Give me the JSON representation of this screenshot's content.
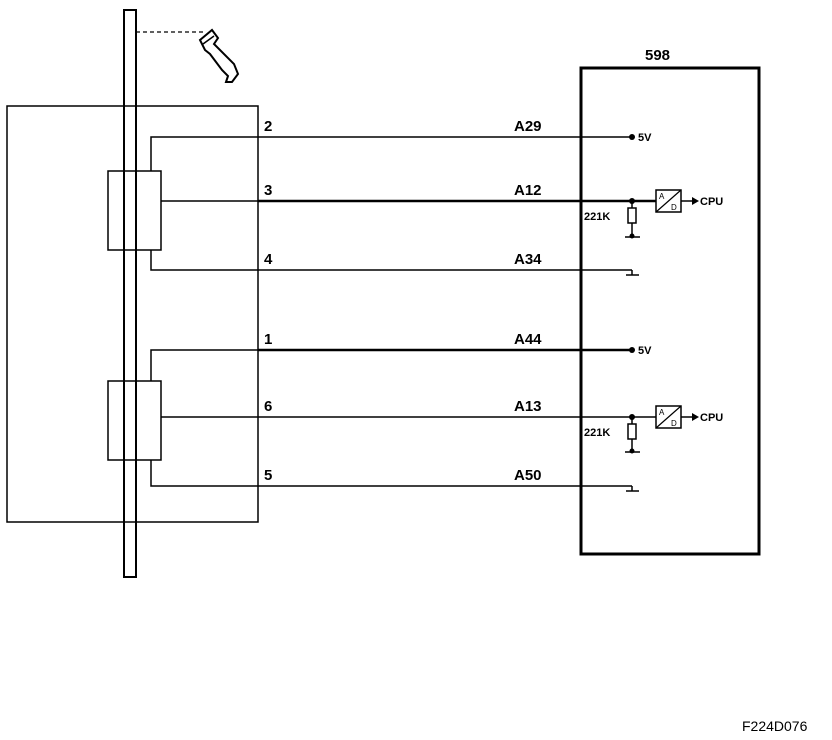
{
  "ecu": {
    "label": "598"
  },
  "figure_code": "F224D076",
  "sensor_channels": [
    {
      "name": "upper",
      "wires": [
        {
          "pin": "2",
          "terminal": "A29",
          "end": "5V"
        },
        {
          "pin": "3",
          "terminal": "A12",
          "end": "CPU",
          "resistor": "221K",
          "adc_top": "A",
          "adc_bottom": "D"
        },
        {
          "pin": "4",
          "terminal": "A34",
          "end": "ground"
        }
      ]
    },
    {
      "name": "lower",
      "wires": [
        {
          "pin": "1",
          "terminal": "A44",
          "end": "5V"
        },
        {
          "pin": "6",
          "terminal": "A13",
          "end": "CPU",
          "resistor": "221K",
          "adc_top": "A",
          "adc_bottom": "D"
        },
        {
          "pin": "5",
          "terminal": "A50",
          "end": "ground"
        }
      ]
    }
  ],
  "colors": {
    "line": "#000000",
    "background": "#ffffff"
  },
  "icons": {
    "pedal": "pedal-icon",
    "ground": "ground-icon",
    "adc": "adc-converter-icon",
    "resistor": "resistor-icon"
  }
}
